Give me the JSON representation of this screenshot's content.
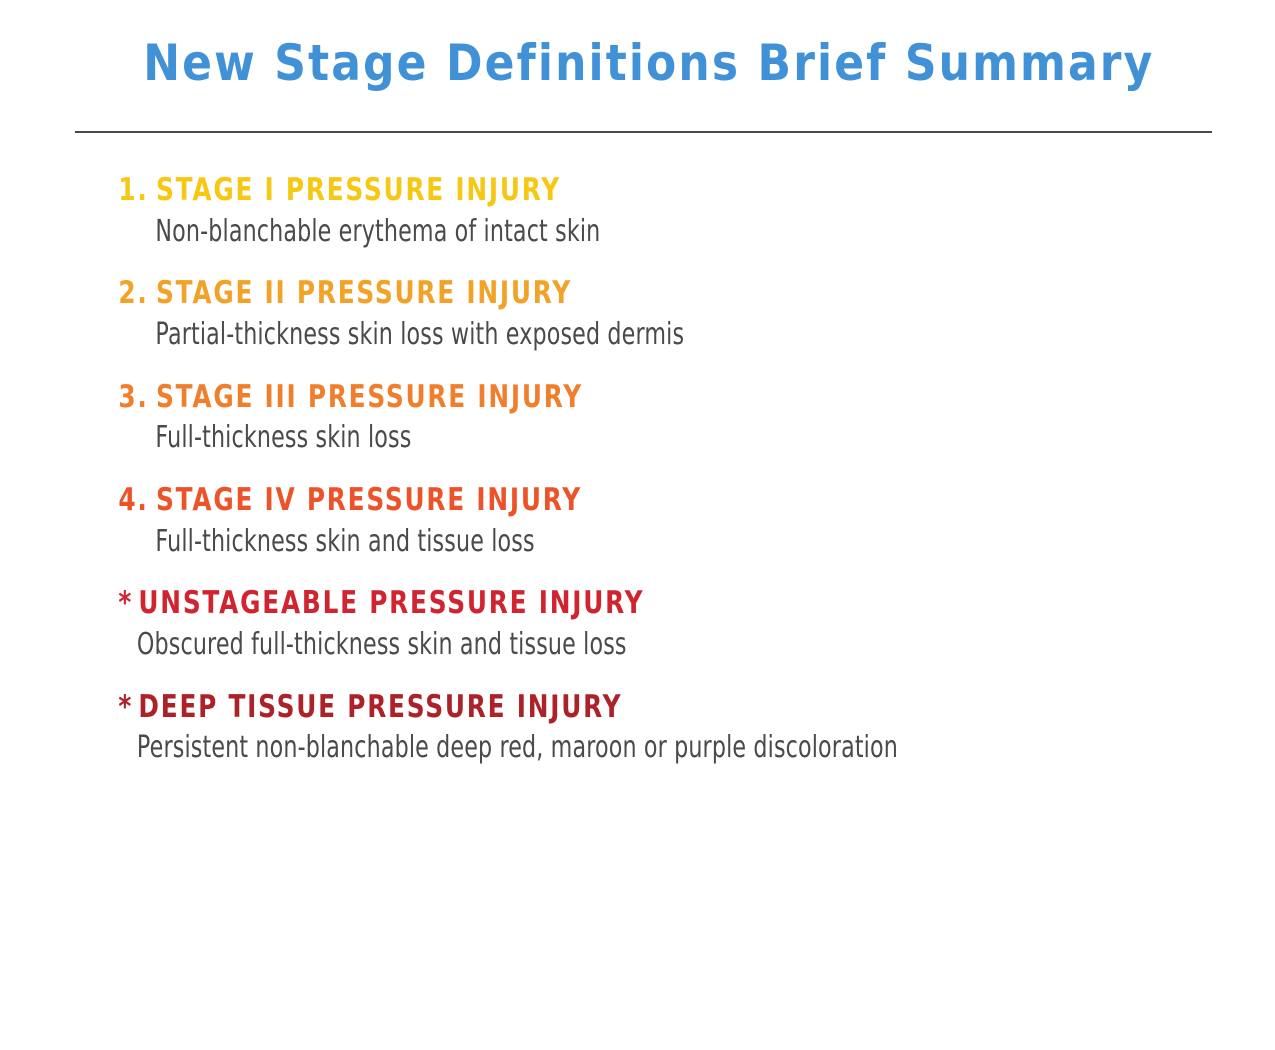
{
  "header": {
    "title": "New Stage Definitions Brief Summary",
    "title_color": "#4191d6",
    "rule_color": "#4a4a4a"
  },
  "body_text_color": "#4a4a4a",
  "background_color": "#ffffff",
  "stages": [
    {
      "marker": "1.",
      "marker_type": "number",
      "heading": "STAGE I PRESSURE INJURY",
      "description": "Non-blanchable erythema of intact skin",
      "color": "#f7c811"
    },
    {
      "marker": "2.",
      "marker_type": "number",
      "heading": "STAGE II PRESSURE INJURY",
      "description": "Partial-thickness skin loss with exposed dermis",
      "color": "#f2a227"
    },
    {
      "marker": "3.",
      "marker_type": "number",
      "heading": "STAGE III PRESSURE INJURY",
      "description": "Full-thickness skin loss",
      "color": "#ef7f2c"
    },
    {
      "marker": "4.",
      "marker_type": "number",
      "heading": "STAGE IV PRESSURE INJURY",
      "description": "Full-thickness skin and tissue loss",
      "color": "#ec5328"
    },
    {
      "marker": "*",
      "marker_type": "asterisk",
      "heading": "UNSTAGEABLE PRESSURE INJURY",
      "description": "Obscured full-thickness skin and tissue loss",
      "color": "#d02530"
    },
    {
      "marker": "*",
      "marker_type": "asterisk",
      "heading": "DEEP TISSUE PRESSURE INJURY",
      "description": "Persistent non-blanchable deep red, maroon or purple discoloration",
      "color": "#ad2229"
    }
  ]
}
